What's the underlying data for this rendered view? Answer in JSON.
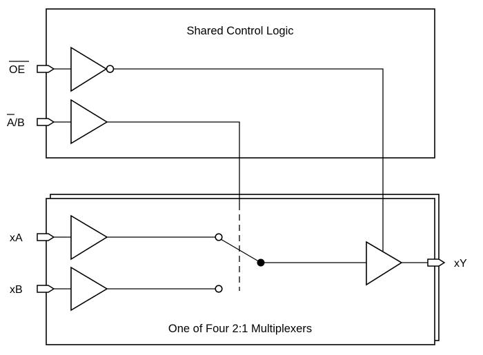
{
  "shared_block": {
    "title": "Shared Control Logic"
  },
  "mux_block": {
    "title": "One of Four 2:1 Multiplexers"
  },
  "pins": {
    "oe": "OE",
    "ab_a": "A",
    "ab_rest": "/B",
    "xa": "xA",
    "xb": "xB",
    "xy": "xY"
  }
}
